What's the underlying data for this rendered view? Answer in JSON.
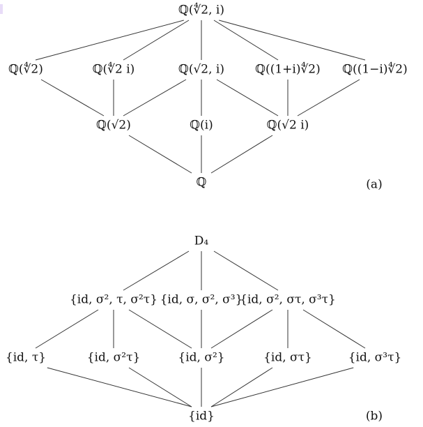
{
  "diagram_a": {
    "caption": "(a)",
    "nodes": [
      "ℚ(∜2, i)",
      "ℚ(∜2)",
      "ℚ(∜2 i)",
      "ℚ(√2, i)",
      "ℚ((1+i)∜2)",
      "ℚ((1−i)∜2)",
      "ℚ(√2)",
      "ℚ(i)",
      "ℚ(√2 i)",
      "ℚ"
    ],
    "edges": [
      [
        0,
        1
      ],
      [
        0,
        2
      ],
      [
        0,
        3
      ],
      [
        0,
        4
      ],
      [
        0,
        5
      ],
      [
        1,
        6
      ],
      [
        2,
        6
      ],
      [
        3,
        6
      ],
      [
        3,
        7
      ],
      [
        3,
        8
      ],
      [
        4,
        8
      ],
      [
        5,
        8
      ],
      [
        6,
        9
      ],
      [
        7,
        9
      ],
      [
        8,
        9
      ]
    ]
  },
  "diagram_b": {
    "caption": "(b)",
    "nodes": [
      "D₄",
      "{id, σ², τ, σ²τ}",
      "{id, σ, σ², σ³}",
      "{id, σ², στ, σ³τ}",
      "{id, τ}",
      "{id, σ²τ}",
      "{id, σ²}",
      "{id, στ}",
      "{id, σ³τ}",
      "{id}"
    ],
    "edges": [
      [
        0,
        1
      ],
      [
        0,
        2
      ],
      [
        0,
        3
      ],
      [
        1,
        4
      ],
      [
        1,
        5
      ],
      [
        1,
        6
      ],
      [
        2,
        6
      ],
      [
        3,
        6
      ],
      [
        3,
        7
      ],
      [
        3,
        8
      ],
      [
        4,
        9
      ],
      [
        5,
        9
      ],
      [
        6,
        9
      ],
      [
        7,
        9
      ],
      [
        8,
        9
      ]
    ]
  }
}
